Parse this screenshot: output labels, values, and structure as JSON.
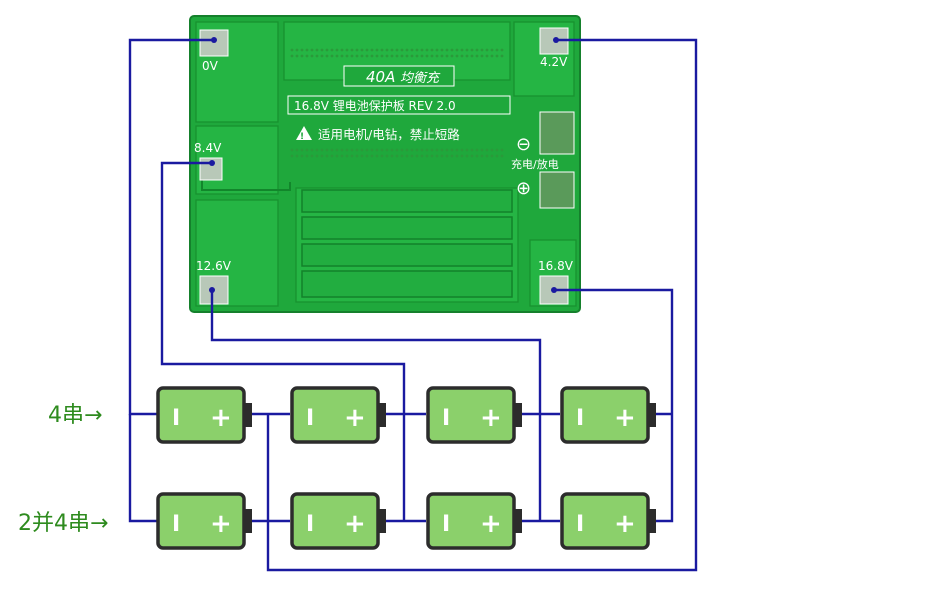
{
  "board": {
    "current_label": "40A",
    "balance_label": "均衡充",
    "model_label": "16.8V 锂电池保护板 REV 2.0",
    "warning": "适用电机/电钻，禁止短路",
    "charge_discharge": "充电/放电",
    "minus_symbol": "⊖",
    "plus_symbol": "⊕",
    "pads": {
      "v0": "0V",
      "v42": "4.2V",
      "v84": "8.4V",
      "v126": "12.6V",
      "v168": "16.8V"
    }
  },
  "labels": {
    "series4": "4串→",
    "parallel2_series4": "2并4串→"
  },
  "cell": {
    "minus": "I",
    "plus": "+"
  },
  "colors": {
    "pcb": "#1fa83c",
    "wire": "#1a1aa0",
    "cell": "#8bd06b",
    "label": "#2e8b1e"
  }
}
